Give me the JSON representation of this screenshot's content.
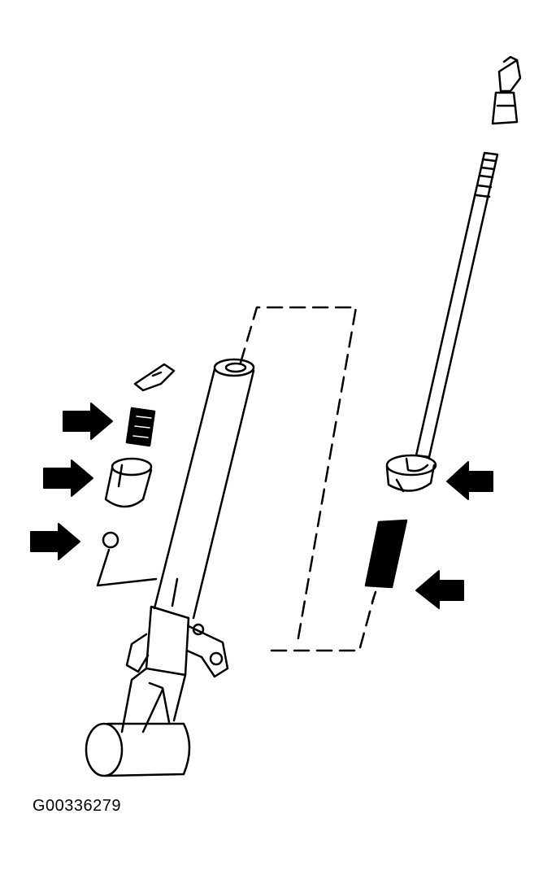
{
  "figure": {
    "code": "G00336279",
    "ink_color": "#000000",
    "paper_color": "#ffffff"
  },
  "parts": [
    {
      "name": "shift-lever-knob",
      "icon": "knob-icon"
    },
    {
      "name": "shift-rod",
      "icon": "rod-icon"
    },
    {
      "name": "rod-collar",
      "icon": "collar-icon"
    },
    {
      "name": "rod-spring",
      "icon": "spring-icon"
    },
    {
      "name": "outer-tube",
      "icon": "tube-icon"
    },
    {
      "name": "clip",
      "icon": "clip-icon"
    },
    {
      "name": "small-spring",
      "icon": "spring-icon"
    },
    {
      "name": "bushing",
      "icon": "bushing-icon"
    },
    {
      "name": "ball",
      "icon": "ball-icon"
    },
    {
      "name": "housing-bracket",
      "icon": "bracket-icon"
    }
  ],
  "arrows": {
    "count": 5,
    "icon": "arrow-icon"
  }
}
